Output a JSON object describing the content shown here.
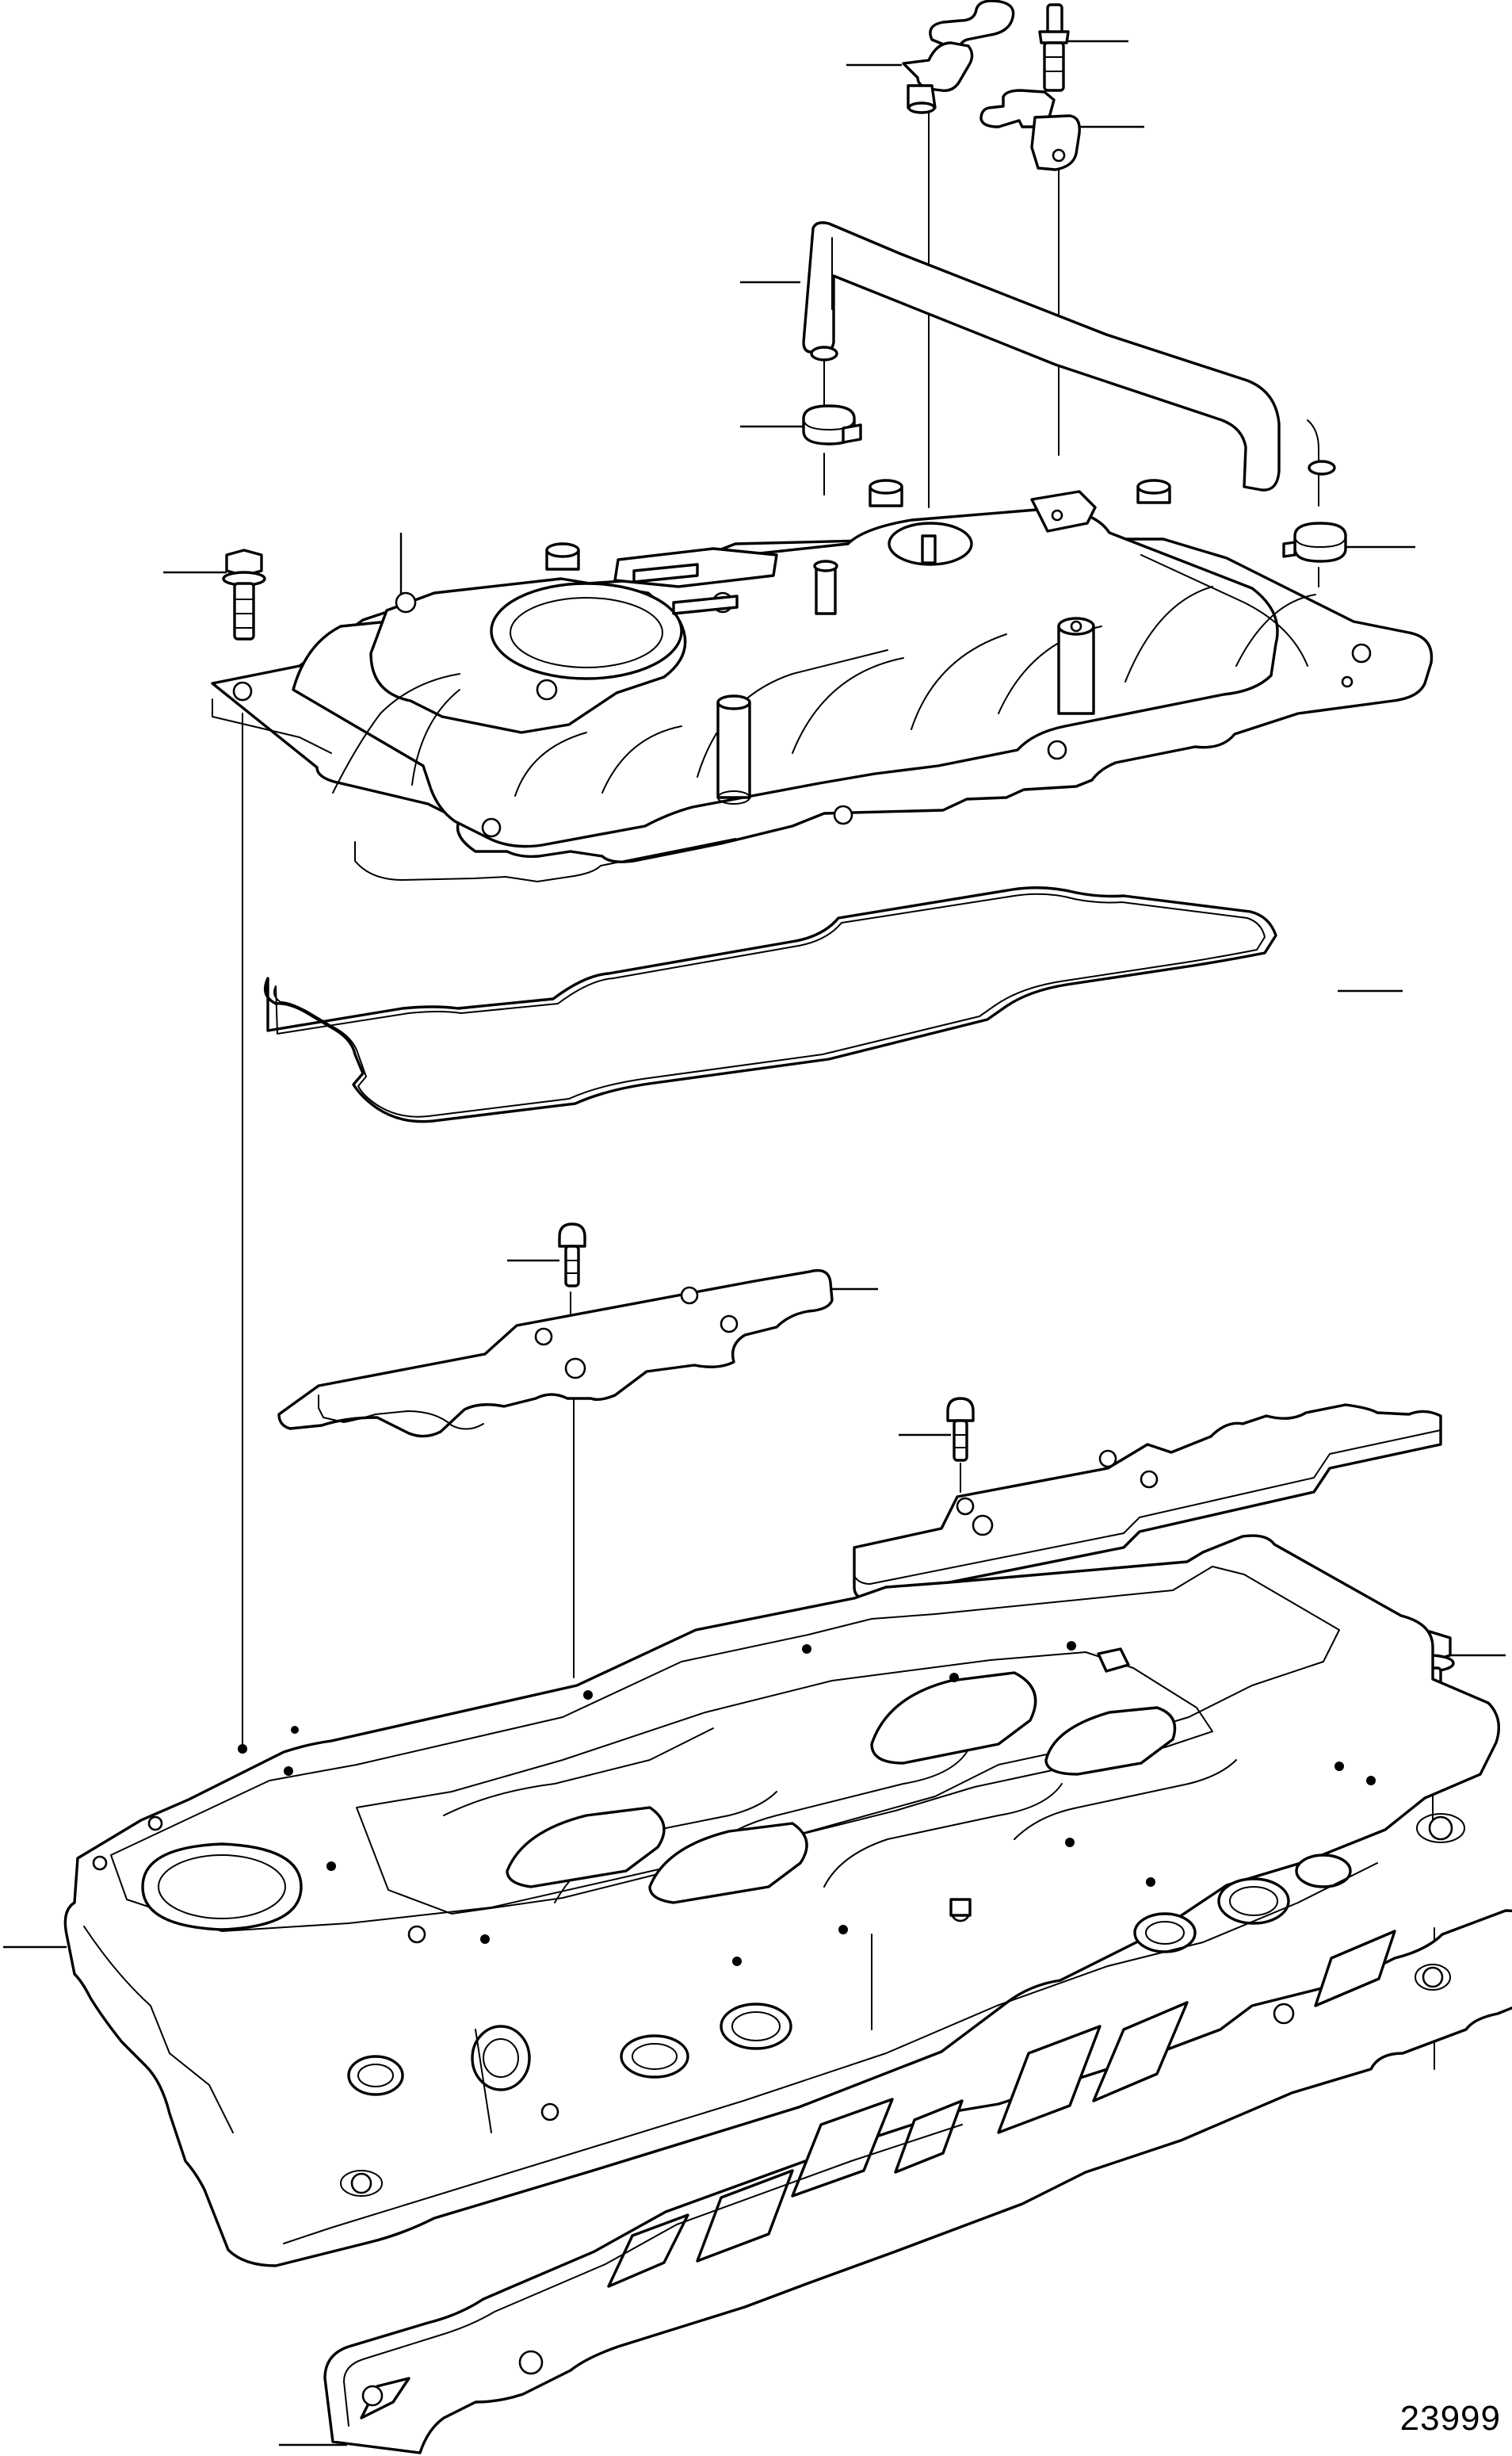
{
  "drawing": {
    "number": "23999"
  },
  "callouts": [
    {
      "id": "sensor-upper"
    },
    {
      "id": "stud"
    },
    {
      "id": "map-sensor"
    },
    {
      "id": "vent-hose"
    },
    {
      "id": "hose-clamp-left"
    },
    {
      "id": "bolt-upper-left"
    },
    {
      "id": "upper-intake-plenum"
    },
    {
      "id": "hose-clamp-right"
    },
    {
      "id": "plenum-gasket"
    },
    {
      "id": "screw-left-plate"
    },
    {
      "id": "left-cover-plate"
    },
    {
      "id": "screw-right-plate"
    },
    {
      "id": "right-cover-plate"
    },
    {
      "id": "bolt-lower-right"
    },
    {
      "id": "lower-intake-manifold"
    },
    {
      "id": "manifold-gasket"
    }
  ]
}
